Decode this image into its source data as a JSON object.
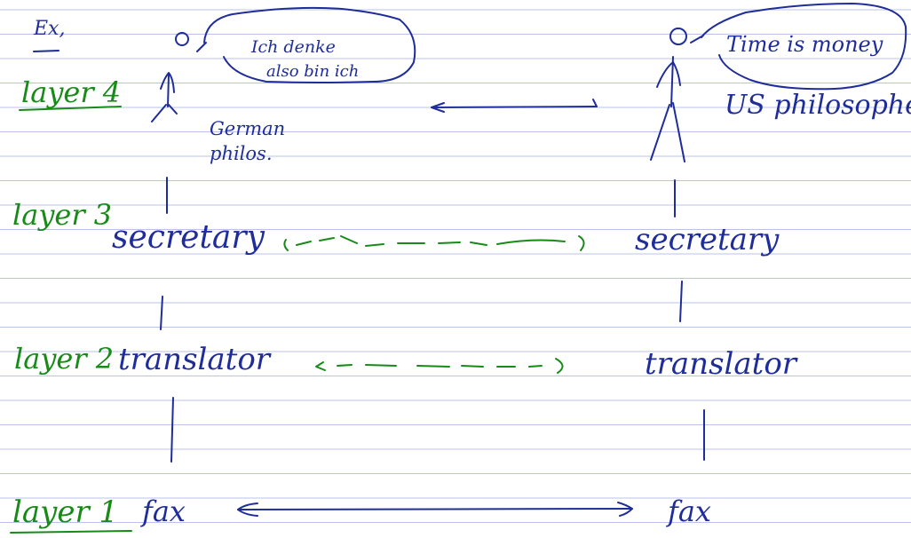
{
  "note": {
    "example_label": "Ex,"
  },
  "layers": [
    {
      "label": "layer 4"
    },
    {
      "label": "layer 3"
    },
    {
      "label": "layer 2"
    },
    {
      "label": "layer 1"
    }
  ],
  "left_peer": {
    "bubble_text_line1": "Ich denke",
    "bubble_text_line2": "also bin ich",
    "role_line1": "German",
    "role_line2": "philos.",
    "secretary": "secretary",
    "translator": "translator",
    "fax": "fax"
  },
  "right_peer": {
    "bubble_text": "Time is money",
    "role": "US philosophes",
    "secretary": "secretary",
    "translator": "translator",
    "fax": "fax"
  },
  "colors": {
    "ink_blue": "#1f2d9a",
    "ink_green": "#178a17",
    "rule_line": "#b9c3e8"
  }
}
